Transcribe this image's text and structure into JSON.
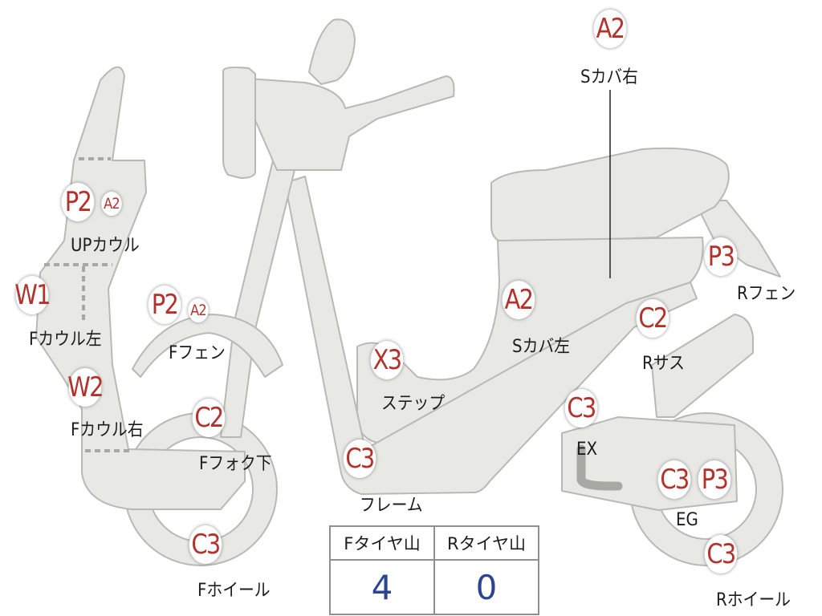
{
  "parts": {
    "s_cover_right": {
      "grade": "A2",
      "label": "Sカバ右"
    },
    "up_cowl": {
      "grade": "P2",
      "grade2": "A2",
      "label": "UPカウル"
    },
    "f_cowl_left": {
      "grade": "W1",
      "label": "Fカウル左"
    },
    "f_fender": {
      "grade": "P2",
      "grade2": "A2",
      "label": "Fフェン"
    },
    "f_cowl_right": {
      "grade": "W2",
      "label": "Fカウル右"
    },
    "f_fork_lower": {
      "grade": "C2",
      "label": "Fフォク下"
    },
    "f_wheel": {
      "grade": "C3",
      "label": "Fホイール"
    },
    "step": {
      "grade": "X3",
      "label": "ステップ"
    },
    "frame": {
      "grade": "C3",
      "label": "フレーム"
    },
    "s_cover_left": {
      "grade": "A2",
      "label": "Sカバ左"
    },
    "r_fender": {
      "grade": "P3",
      "label": "Rフェン"
    },
    "r_suspension": {
      "grade": "C2",
      "label": "Rサス"
    },
    "exhaust": {
      "grade": "C3",
      "label": "EX"
    },
    "engine": {
      "grade": "C3",
      "grade2": "P3",
      "label": "EG"
    },
    "r_wheel": {
      "grade": "C3",
      "label": "Rホイール"
    }
  },
  "tread_table": {
    "front_header": "Fタイヤ山",
    "rear_header": "Rタイヤ山",
    "front_value": "4",
    "rear_value": "0"
  },
  "colors": {
    "body_fill": "#e8e8e4",
    "body_stroke": "#b9b9b4",
    "grade_text": "#b3322c",
    "tread_value": "#2b4590"
  }
}
